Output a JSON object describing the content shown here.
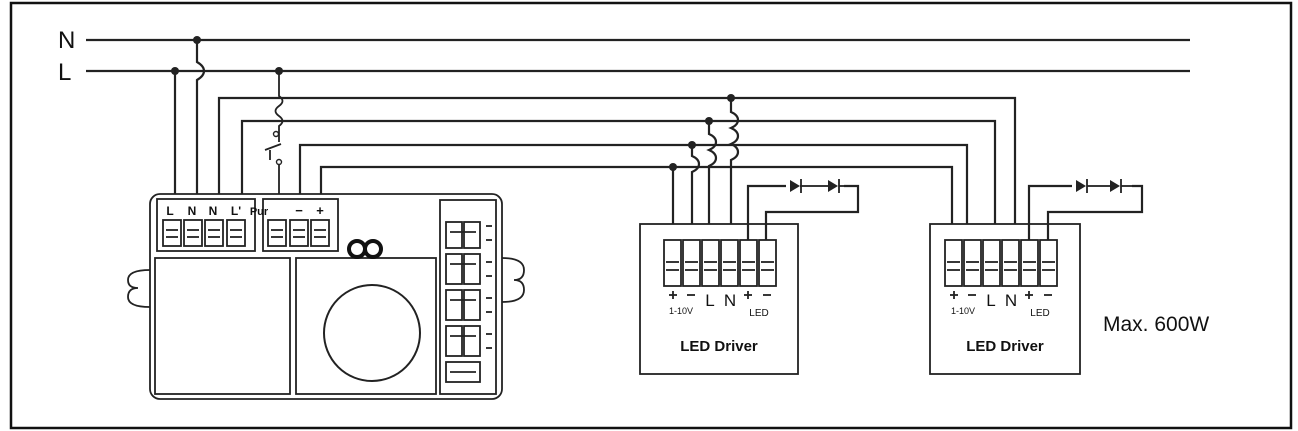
{
  "bus": {
    "n_label": "N",
    "l_label": "L"
  },
  "sensor": {
    "terminal_labels": [
      "L",
      "N",
      "N",
      "L'",
      "Pur",
      "−",
      "+"
    ]
  },
  "drivers": [
    {
      "title": "LED Driver",
      "dim_label": "1-10V",
      "l_label": "L",
      "n_label": "N",
      "led_label": "LED"
    },
    {
      "title": "LED Driver",
      "dim_label": "1-10V",
      "l_label": "L",
      "n_label": "N",
      "led_label": "LED"
    }
  ],
  "max_power_label": "Max. 600W",
  "colors": {
    "line": "#222222",
    "frame": "#111111",
    "background": "#ffffff"
  }
}
